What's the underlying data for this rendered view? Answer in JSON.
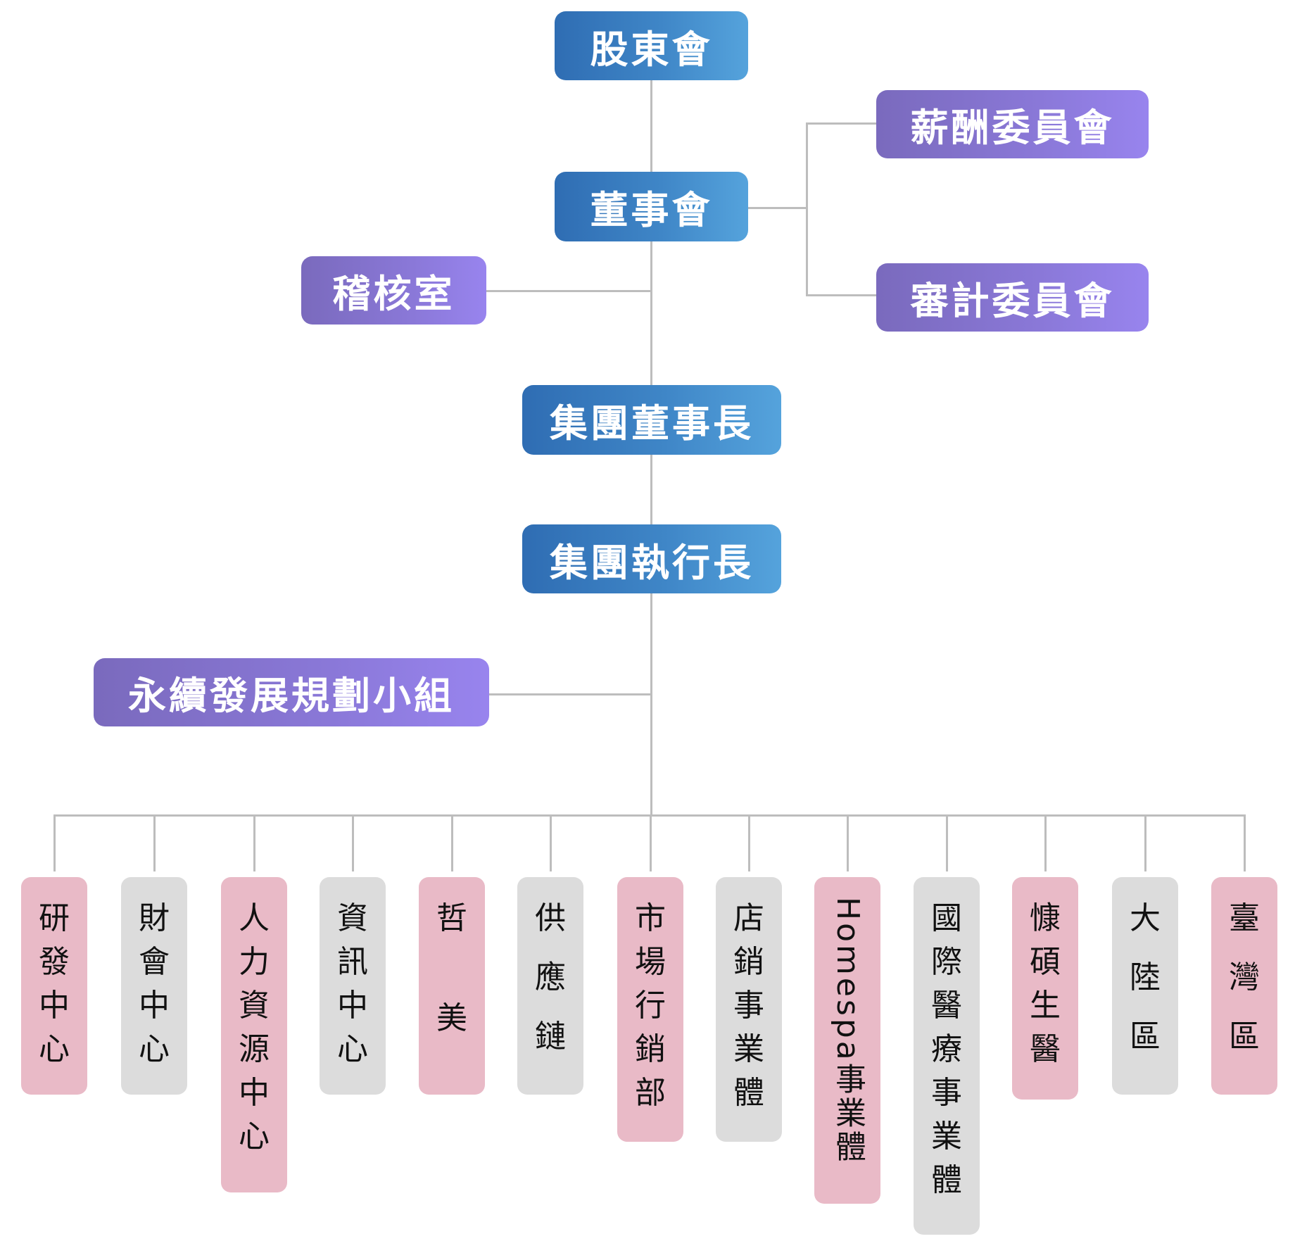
{
  "top": {
    "shareholders": "股東會",
    "board": "董事會",
    "remuneration_committee": "薪酬委員會",
    "audit_committee": "審計委員會",
    "audit_office": "稽核室",
    "group_chairman": "集團董事長",
    "group_ceo": "集團執行長",
    "sustainability_group": "永續發展規劃小組"
  },
  "units": [
    {
      "label": "研發中心",
      "style": "pink"
    },
    {
      "label": "財會中心",
      "style": "gray"
    },
    {
      "label": "人力資源中心",
      "style": "pink"
    },
    {
      "label": "資訊中心",
      "style": "gray"
    },
    {
      "label": "哲美",
      "style": "pink"
    },
    {
      "label": "供應鏈",
      "style": "gray"
    },
    {
      "label": "市場行銷部",
      "style": "pink"
    },
    {
      "label": "店銷事業體",
      "style": "gray"
    },
    {
      "label": "Homespa事業體",
      "style": "pink"
    },
    {
      "label": "國際醫療事業體",
      "style": "gray"
    },
    {
      "label": "慷碩生醫",
      "style": "pink"
    },
    {
      "label": "大陸區",
      "style": "gray"
    },
    {
      "label": "臺灣區",
      "style": "pink"
    }
  ],
  "colors": {
    "blue_node": "#3f86c7",
    "purple_node": "#8a78d8",
    "pink_unit": "#e9bac7",
    "gray_unit": "#dcdcdc",
    "connector": "#bdbdbd"
  }
}
